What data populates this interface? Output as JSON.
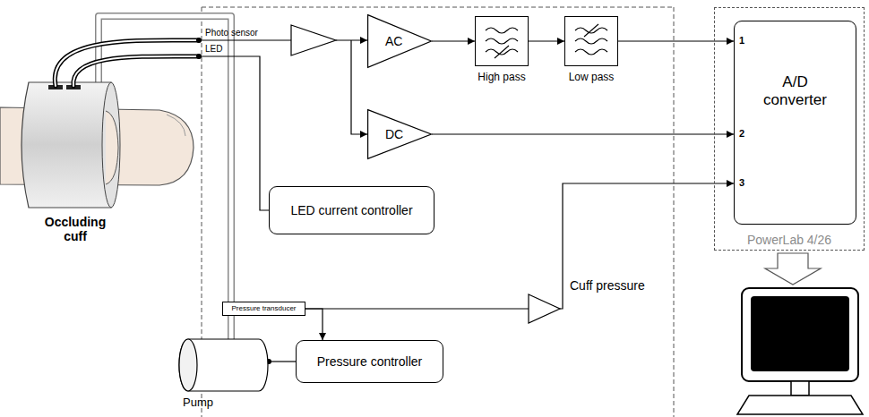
{
  "diagram": {
    "nodes": [
      {
        "text": [
          "AC"
        ]
      },
      {
        "text": [
          "High pass"
        ]
      },
      {
        "text": [
          "Low pass"
        ]
      },
      {
        "text": [
          "PowerLab 4/26"
        ]
      },
      {
        "text": [
          "A/D converter"
        ],
        "in": 3
      },
      {
        "text": [
          "DC"
        ]
      },
      {
        "text": [
          "LED current controller"
        ]
      },
      {
        "text": [
          "Pressure transducer"
        ]
      },
      {
        "text": [
          "Pressure controller"
        ]
      },
      {
        "text": [
          "Pump"
        ]
      }
    ],
    "edges": [
      {
        "from": 0,
        "to": 1,
        "arrow": "to"
      },
      {
        "from": 1,
        "to": 2,
        "arrow": "to"
      },
      {
        "from": 2,
        "to": 4,
        "arrow": "to"
      },
      {
        "from": 5,
        "to": 4,
        "arrow": "to"
      },
      {
        "from": 7,
        "to": 4,
        "label": "Cuff pressure",
        "arrow": "to"
      },
      {
        "from": 7,
        "to": 8,
        "arrow": "to"
      },
      {
        "from": 8,
        "to": 9,
        "arrow": "none"
      },
      {
        "from": 9,
        "to": 7,
        "arrow": "none"
      }
    ],
    "labels": [
      "Photo sensor",
      "LED",
      "Occluding cuff",
      "1",
      "2",
      "3"
    ]
  }
}
